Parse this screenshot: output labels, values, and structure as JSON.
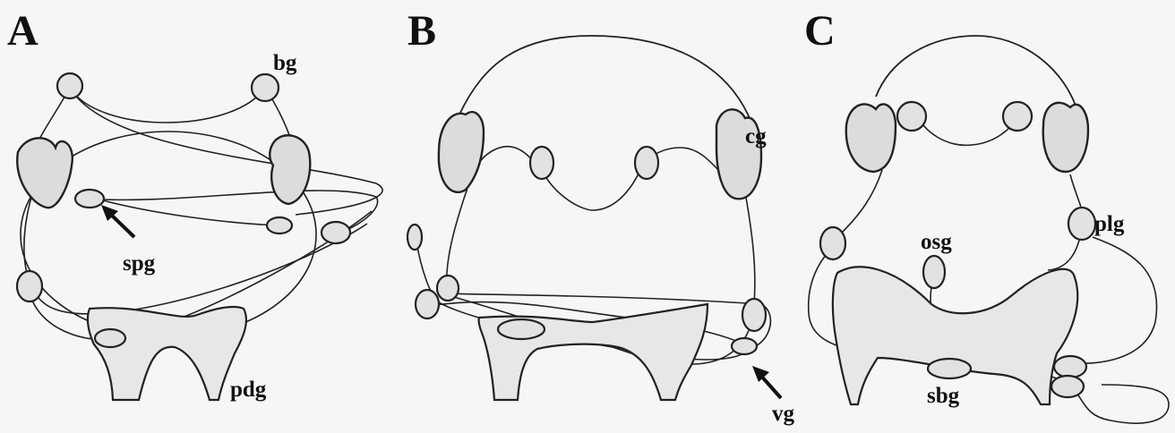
{
  "panels": [
    {
      "label": "A",
      "annotations": [
        "bg",
        "spg",
        "pdg"
      ]
    },
    {
      "label": "B",
      "annotations": [
        "cg",
        "vg"
      ]
    },
    {
      "label": "C",
      "annotations": [
        "osg",
        "plg",
        "sbg"
      ]
    }
  ],
  "colors": {
    "ink": "#222222",
    "ganglion_fill": "#e2e2e0",
    "background": "#f6f6f4"
  }
}
